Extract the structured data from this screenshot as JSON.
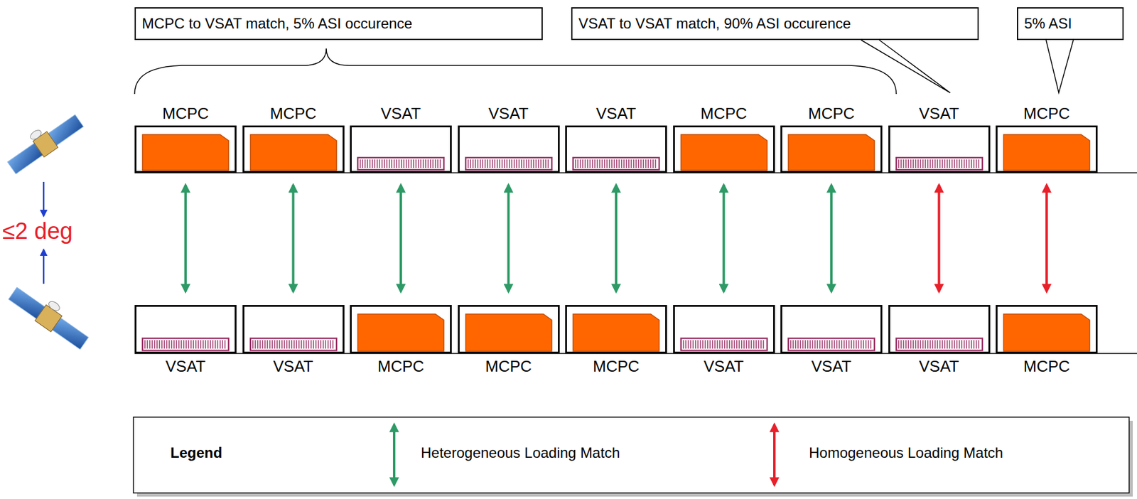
{
  "diagram": {
    "nodes": [
      {
        "text": [
          "MCPC to VSAT match, 5% ASI occurence"
        ]
      },
      {
        "text": [
          "VSAT to VSAT match, 90% ASI occurence"
        ]
      },
      {
        "text": [
          "5% ASI"
        ]
      },
      {
        "text": [
          "MCPC"
        ]
      },
      {
        "text": [
          "MCPC"
        ]
      },
      {
        "text": [
          "VSAT"
        ]
      },
      {
        "text": [
          "VSAT"
        ]
      },
      {
        "text": [
          "VSAT"
        ]
      },
      {
        "text": [
          "MCPC"
        ]
      },
      {
        "text": [
          "MCPC"
        ]
      },
      {
        "text": [
          "VSAT"
        ]
      },
      {
        "text": [
          "MCPC"
        ]
      },
      {
        "text": [
          "VSAT"
        ]
      },
      {
        "text": [
          "VSAT"
        ]
      },
      {
        "text": [
          "MCPC"
        ]
      },
      {
        "text": [
          "MCPC"
        ]
      },
      {
        "text": [
          "MCPC"
        ]
      },
      {
        "text": [
          "VSAT"
        ]
      },
      {
        "text": [
          "VSAT"
        ]
      },
      {
        "text": [
          "VSAT"
        ]
      },
      {
        "text": [
          "MCPC"
        ]
      }
    ],
    "edges": [
      {
        "from": 3,
        "to": 12,
        "arrow": "both"
      },
      {
        "from": 4,
        "to": 13,
        "arrow": "both"
      },
      {
        "from": 5,
        "to": 14,
        "arrow": "both"
      },
      {
        "from": 6,
        "to": 15,
        "arrow": "both"
      },
      {
        "from": 7,
        "to": 16,
        "arrow": "both"
      },
      {
        "from": 8,
        "to": 17,
        "arrow": "both"
      },
      {
        "from": 9,
        "to": 18,
        "arrow": "both"
      },
      {
        "from": 10,
        "to": 19,
        "arrow": "both"
      },
      {
        "from": 11,
        "to": 20,
        "arrow": "both"
      }
    ],
    "labels": [
      "≤2 deg",
      "Legend"
    ],
    "legend": [
      {
        "text": "Heterogeneous Loading Match"
      },
      {
        "text": "Homogeneous Loading Match"
      }
    ]
  }
}
